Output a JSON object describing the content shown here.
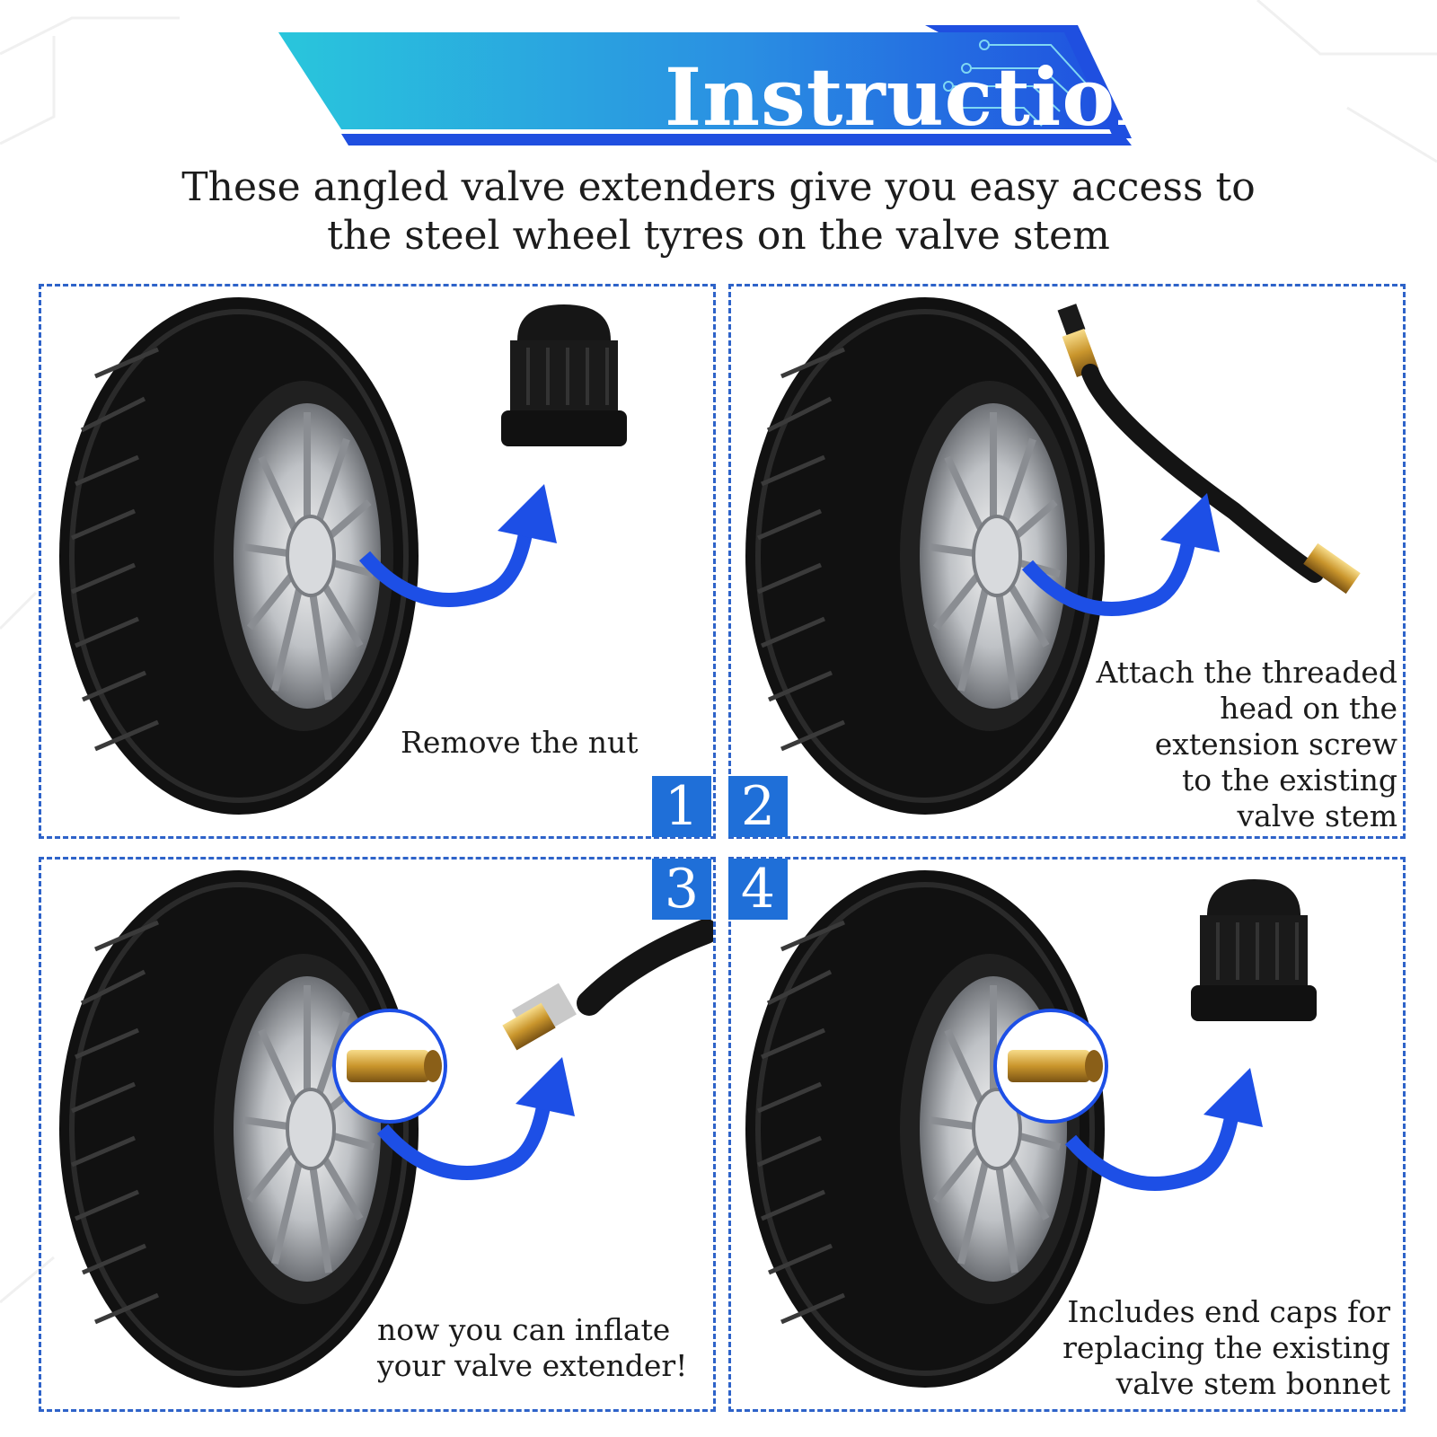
{
  "header": {
    "title": "Instruction",
    "subtitle_lines": [
      "These angled valve extenders give you easy access to",
      "the steel wheel tyres on the valve stem"
    ]
  },
  "steps": [
    {
      "number": "1",
      "caption_lines": [
        "Remove the nut"
      ]
    },
    {
      "number": "2",
      "caption_lines": [
        "Attach the threaded",
        "head on the",
        "extension screw",
        "to the existing",
        "valve stem"
      ]
    },
    {
      "number": "3",
      "caption_lines": [
        "now you can inflate",
        "your valve extender!"
      ]
    },
    {
      "number": "4",
      "caption_lines": [
        "Includes end caps for",
        "replacing the existing",
        "valve stem bonnet"
      ]
    }
  ],
  "colors": {
    "banner_cyan": "#29c6dc",
    "banner_blue": "#1f4fe0",
    "panel_border": "#2e63c9",
    "badge": "#1f6fd8",
    "arrow": "#1d4fe6"
  }
}
